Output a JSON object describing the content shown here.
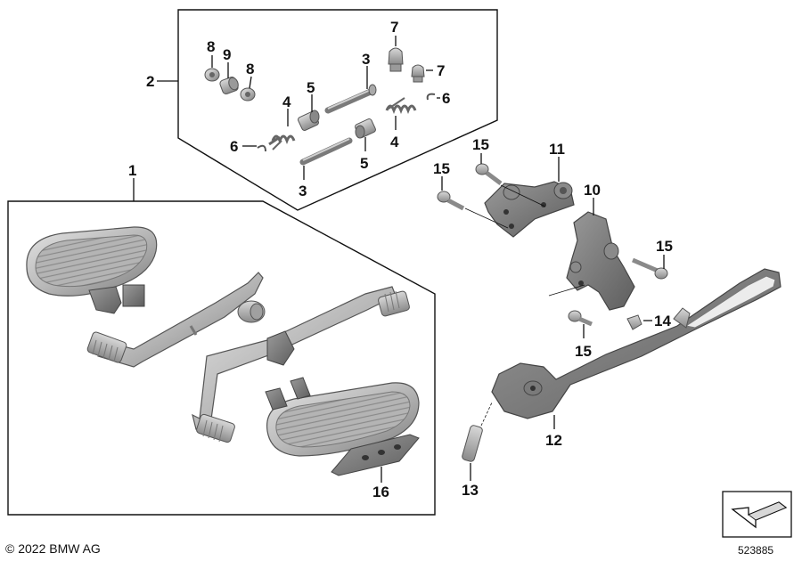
{
  "labels": {
    "l1": "1",
    "l2": "2",
    "l3a": "3",
    "l3b": "3",
    "l4a": "4",
    "l4b": "4",
    "l5a": "5",
    "l5b": "5",
    "l6a": "6",
    "l6b": "6",
    "l7a": "7",
    "l7b": "7",
    "l8a": "8",
    "l8b": "8",
    "l9": "9",
    "l10": "10",
    "l11": "11",
    "l12": "12",
    "l13": "13",
    "l14": "14",
    "l15a": "15",
    "l15b": "15",
    "l15c": "15",
    "l15d": "15",
    "l16": "16"
  },
  "copyright": "© 2022 BMW AG",
  "diagram_number": "523885"
}
